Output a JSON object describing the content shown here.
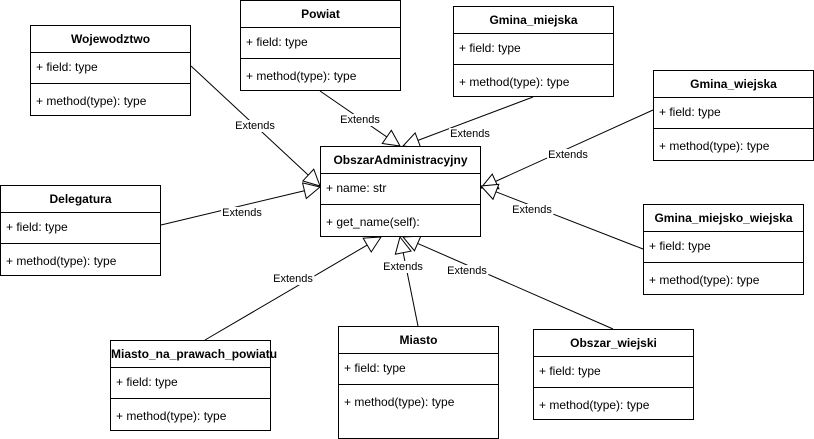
{
  "diagram": {
    "relation_label": "Extends",
    "classes": {
      "wojewodztwo": {
        "name": "Wojewodztwo",
        "field": "+ field: type",
        "method": "+ method(type): type"
      },
      "powiat": {
        "name": "Powiat",
        "field": "+ field: type",
        "method": "+ method(type): type"
      },
      "gmina_miejska": {
        "name": "Gmina_miejska",
        "field": "+ field: type",
        "method": "+ method(type): type"
      },
      "gmina_wiejska": {
        "name": "Gmina_wiejska",
        "field": "+ field: type",
        "method": "+ method(type): type"
      },
      "obszar": {
        "name": "ObszarAdministracyjny",
        "field": "+ name: str",
        "method": "+ get_name(self):"
      },
      "delegatura": {
        "name": "Delegatura",
        "field": "+ field: type",
        "method": "+ method(type): type"
      },
      "gmina_miejsko_wiejska": {
        "name": "Gmina_miejsko_wiejska",
        "field": "+ field: type",
        "method": "+ method(type): type"
      },
      "miasto_npp": {
        "name": "Miasto_na_prawach_powiatu",
        "field": "+ field: type",
        "method": "+ method(type): type"
      },
      "miasto": {
        "name": "Miasto",
        "field": "+ field: type",
        "method": "+ method(type): type"
      },
      "obszar_wiejski": {
        "name": "Obszar_wiejski",
        "field": "+ field: type",
        "method": "+ method(type): type"
      }
    },
    "edges": [
      {
        "from": "wojewodztwo",
        "to": "obszar",
        "label": "Extends"
      },
      {
        "from": "powiat",
        "to": "obszar",
        "label": "Extends"
      },
      {
        "from": "gmina_miejska",
        "to": "obszar",
        "label": "Extends"
      },
      {
        "from": "gmina_wiejska",
        "to": "obszar",
        "label": "Extends"
      },
      {
        "from": "delegatura",
        "to": "obszar",
        "label": "Extends"
      },
      {
        "from": "gmina_miejsko_wiejska",
        "to": "obszar",
        "label": "Extends"
      },
      {
        "from": "miasto_npp",
        "to": "obszar",
        "label": "Extends"
      },
      {
        "from": "miasto",
        "to": "obszar",
        "label": "Extends"
      },
      {
        "from": "obszar_wiejski",
        "to": "obszar",
        "label": "Extends"
      }
    ]
  }
}
